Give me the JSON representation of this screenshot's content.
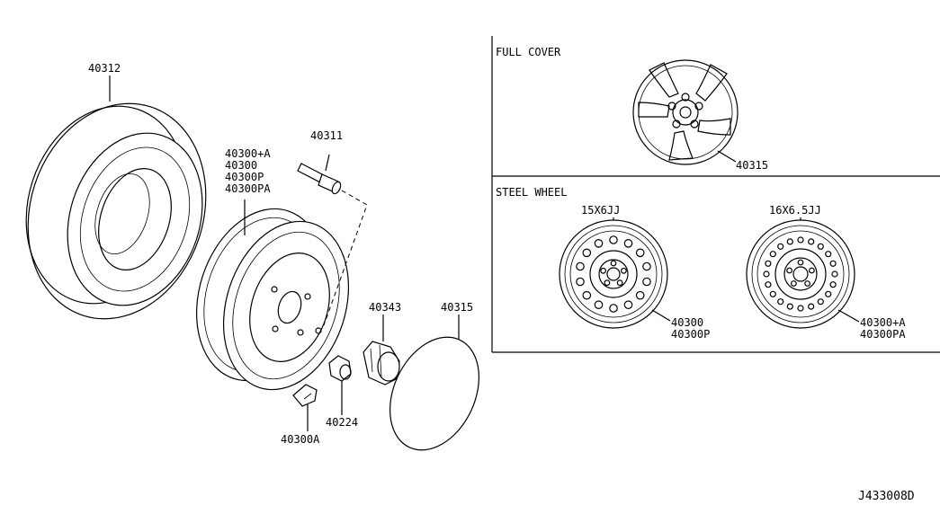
{
  "drawing_code": "J433008D",
  "callouts": {
    "tire": "40312",
    "valve": "40311",
    "wheel": [
      "40300+A",
      "40300",
      "40300P",
      "40300PA"
    ],
    "center_cap": "40343",
    "cover": "40315",
    "nut": "40224",
    "weight": "40300A"
  },
  "full_cover_panel": {
    "title": "FULL COVER",
    "part": "40315"
  },
  "steel_wheel_panel": {
    "title": "STEEL WHEEL",
    "wheel_15": {
      "size": "15X6JJ",
      "parts": [
        "40300",
        "40300P"
      ]
    },
    "wheel_16": {
      "size": "16X6.5JJ",
      "parts": [
        "40300+A",
        "40300PA"
      ]
    }
  }
}
